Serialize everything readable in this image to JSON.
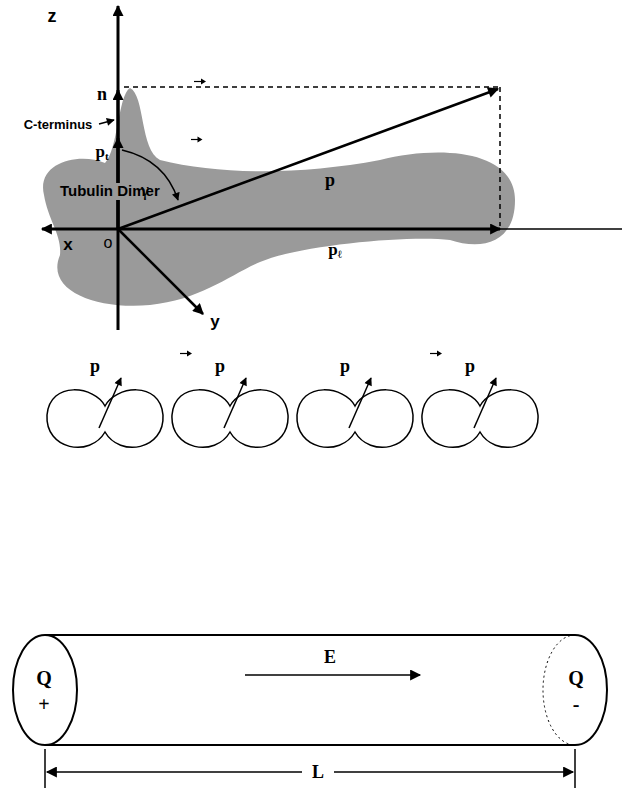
{
  "diagram": {
    "nodes": [
      {
        "text": [
          "Tubulin Dimer"
        ]
      }
    ],
    "labels": [
      "z",
      "n",
      "C-terminus",
      "pt",
      "γ",
      "p",
      "x",
      "o",
      "pℓ",
      "y",
      "p",
      "p",
      "p",
      "p",
      "Q",
      "+",
      "E",
      "Q",
      "-",
      "L"
    ]
  }
}
